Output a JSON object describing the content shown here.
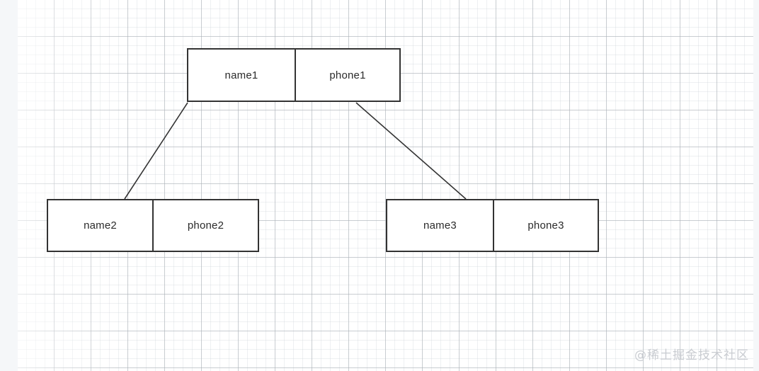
{
  "diagram": {
    "type": "binary-tree",
    "title": "",
    "nodes": [
      {
        "id": "root",
        "name_label": "name1",
        "phone_label": "phone1"
      },
      {
        "id": "left",
        "name_label": "name2",
        "phone_label": "phone2"
      },
      {
        "id": "right",
        "name_label": "name3",
        "phone_label": "phone3"
      }
    ],
    "edges": [
      {
        "from": "root",
        "to": "left"
      },
      {
        "from": "root",
        "to": "right"
      }
    ],
    "colors": {
      "node_border": "#333333",
      "node_fill": "#ffffff",
      "text": "#2b2b2b",
      "edge": "#333333",
      "grid_major": "#aab0b6",
      "grid_minor": "#c8ced4",
      "canvas": "#ffffff",
      "page": "#f5f7f9",
      "watermark": "#c9ccd1"
    }
  },
  "watermark": {
    "text": "@稀土掘金技术社区"
  }
}
